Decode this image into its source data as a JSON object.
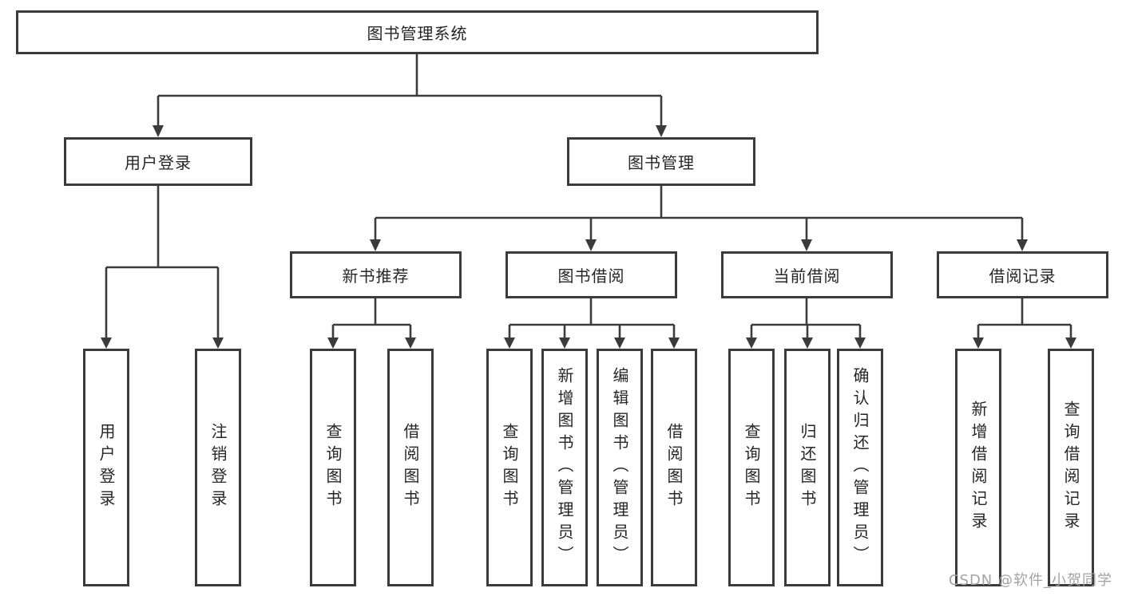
{
  "diagram": {
    "root": {
      "label": "图书管理系统"
    },
    "level2": [
      {
        "label": "用户登录"
      },
      {
        "label": "图书管理"
      }
    ],
    "level3": [
      {
        "label": "新书推荐"
      },
      {
        "label": "图书借阅"
      },
      {
        "label": "当前借阅"
      },
      {
        "label": "借阅记录"
      }
    ],
    "leaves": [
      {
        "label": "用户登录"
      },
      {
        "label": "注销登录"
      },
      {
        "label": "查询图书"
      },
      {
        "label": "借阅图书"
      },
      {
        "label": "查询图书"
      },
      {
        "label": "新增图书（管理员）"
      },
      {
        "label": "编辑图书（管理员）"
      },
      {
        "label": "借阅图书"
      },
      {
        "label": "查询图书"
      },
      {
        "label": "归还图书"
      },
      {
        "label": "确认归还（管理员）"
      },
      {
        "label": "新增借阅记录"
      },
      {
        "label": "查询借阅记录"
      }
    ]
  },
  "watermark": "CSDN @软件_小贺同学",
  "colors": {
    "line": "#3b3b3b",
    "text": "#262626",
    "background": "#ffffff",
    "watermark": "#a3a3a3"
  }
}
